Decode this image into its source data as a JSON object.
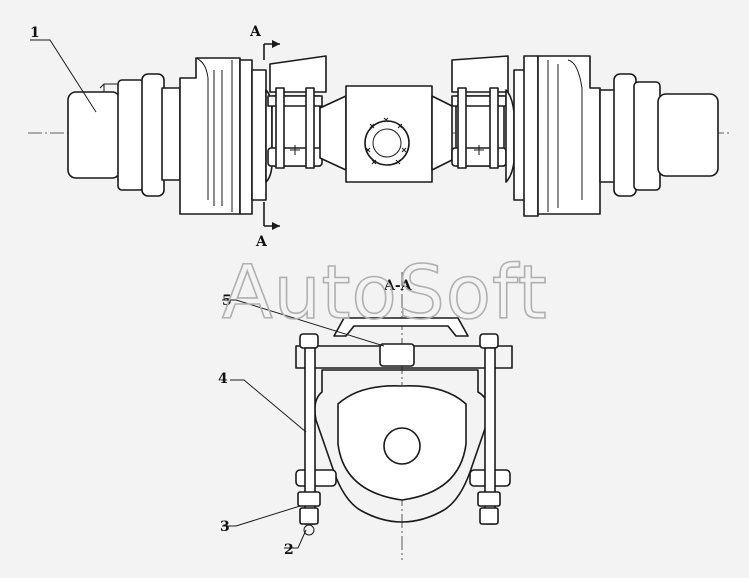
{
  "watermark": "AutoSoft",
  "section_marker_top": "A",
  "section_marker_bottom": "A",
  "section_title": "A-A",
  "callouts": [
    {
      "id": "1",
      "label": "1"
    },
    {
      "id": "2",
      "label": "2"
    },
    {
      "id": "3",
      "label": "3"
    },
    {
      "id": "4",
      "label": "4"
    },
    {
      "id": "5",
      "label": "5"
    }
  ],
  "colors": {
    "ink": "#1a1a1a",
    "paper": "#f3f3f3",
    "watermark": "#b0b0b0"
  }
}
